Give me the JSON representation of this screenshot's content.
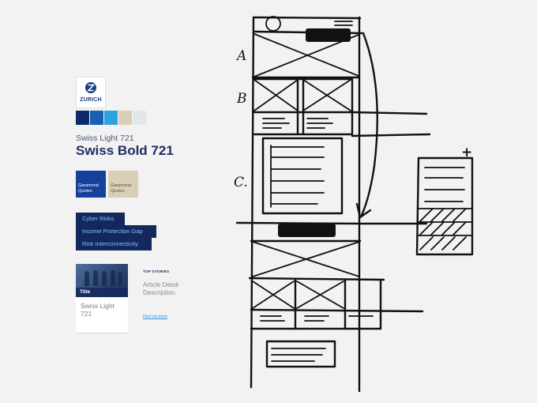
{
  "brand": {
    "logo_text": "ZURICH",
    "palette": [
      "#0e2a6b",
      "#1a5fb4",
      "#2ba3dc",
      "#d8cfb6",
      "#e4e7ea"
    ]
  },
  "typography": {
    "light_sample": "Swiss Light 721",
    "bold_sample": "Swiss Bold 721"
  },
  "quote_cards": [
    {
      "label": "Garamond Quotes",
      "bg": "#15409c",
      "fg": "#ffffff"
    },
    {
      "label": "Garamond Quotes",
      "bg": "#d8cfb6",
      "fg": "#5a5040"
    }
  ],
  "tags": [
    "Cyber Risks",
    "Income Protection Gap",
    "Risk Interconnectivity"
  ],
  "article_card": {
    "title": "Title",
    "subtitle": "Swiss Light 721"
  },
  "top_stories": {
    "label": "TOP STORIES",
    "description": "Article Detail Description.",
    "link": "Find out more"
  },
  "sketch": {
    "labels": [
      "A",
      "B",
      "C."
    ],
    "plus_symbol": "+"
  }
}
